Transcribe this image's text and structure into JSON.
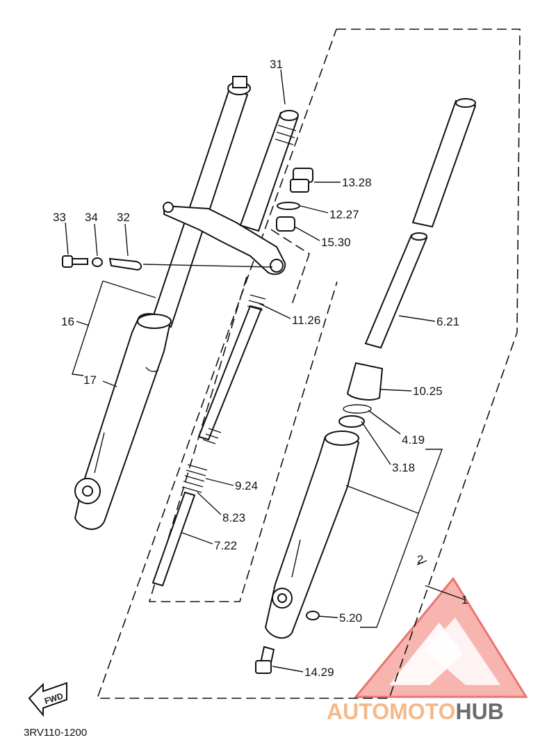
{
  "diagram": {
    "part_labels": {
      "p1": "1",
      "p2": "2",
      "p16": "16",
      "p17": "17",
      "p31": "31",
      "p32": "32",
      "p33": "33",
      "p34": "34",
      "p13_28": "13.28",
      "p12_27": "12.27",
      "p15_30": "15.30",
      "p11_26": "11.26",
      "p6_21": "6.21",
      "p10_25": "10.25",
      "p4_19": "4.19",
      "p3_18": "3.18",
      "p9_24": "9.24",
      "p8_23": "8.23",
      "p7_22": "7.22",
      "p5_20": "5.20",
      "p14_29": "14.29"
    },
    "fwd_label": "FWD",
    "diagram_code": "3RV110-1200"
  },
  "watermark": {
    "brand_part1": "AUTOMOTO",
    "brand_part2": "HUB",
    "colors": {
      "logo_red": "#f28b82",
      "logo_outline": "#e65c55",
      "text_orange": "#f4b98a",
      "text_gray": "#6b6b6b"
    }
  }
}
